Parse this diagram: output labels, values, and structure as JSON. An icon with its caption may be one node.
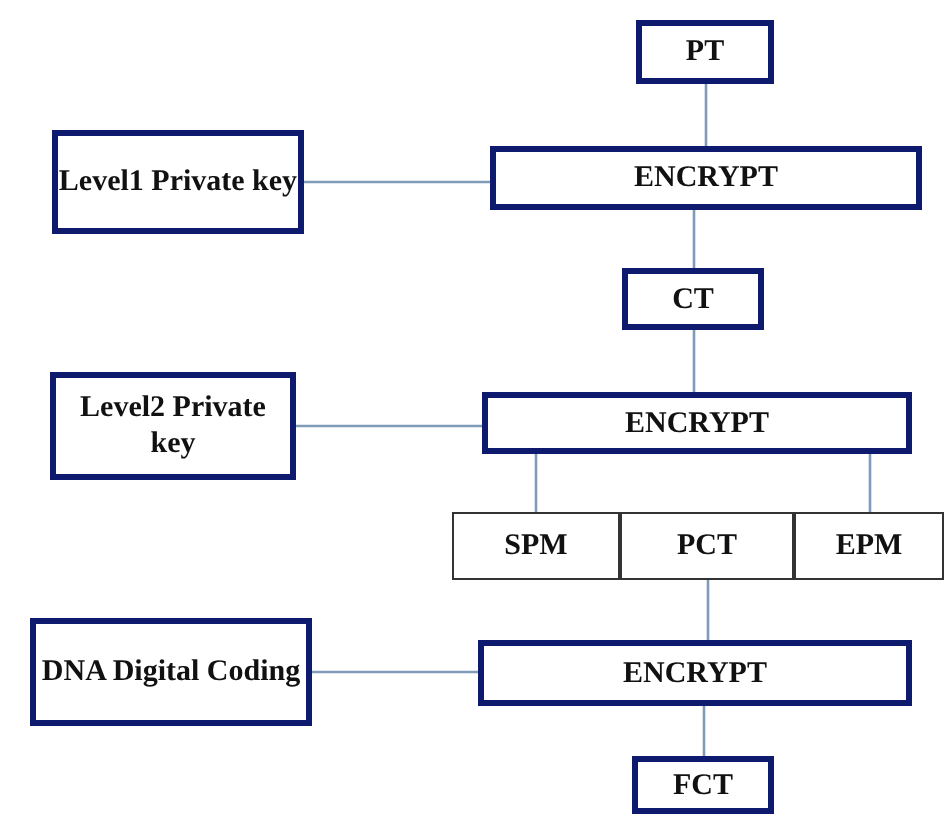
{
  "diagram": {
    "nodes": [
      {
        "text": [
          "PT"
        ]
      },
      {
        "text": [
          "Level1 Private key"
        ]
      },
      {
        "text": [
          "ENCRYPT"
        ]
      },
      {
        "text": [
          "CT"
        ]
      },
      {
        "text": [
          "Level2 Private key"
        ]
      },
      {
        "text": [
          "ENCRYPT"
        ]
      },
      {
        "text": [
          "SPM"
        ]
      },
      {
        "text": [
          "PCT"
        ]
      },
      {
        "text": [
          "EPM"
        ]
      },
      {
        "text": [
          "DNA Digital Coding"
        ]
      },
      {
        "text": [
          "ENCRYPT"
        ]
      },
      {
        "text": [
          "FCT"
        ]
      }
    ],
    "edges": [
      {
        "from": 0,
        "to": 2,
        "arrow": "none"
      },
      {
        "from": 1,
        "to": 2,
        "arrow": "none"
      },
      {
        "from": 2,
        "to": 3,
        "arrow": "none"
      },
      {
        "from": 3,
        "to": 5,
        "arrow": "none"
      },
      {
        "from": 4,
        "to": 5,
        "arrow": "none"
      },
      {
        "from": 5,
        "to": 6,
        "arrow": "none"
      },
      {
        "from": 5,
        "to": 8,
        "arrow": "none"
      },
      {
        "from": 7,
        "to": 10,
        "arrow": "none"
      },
      {
        "from": 9,
        "to": 10,
        "arrow": "none"
      },
      {
        "from": 10,
        "to": 11,
        "arrow": "none"
      }
    ]
  }
}
